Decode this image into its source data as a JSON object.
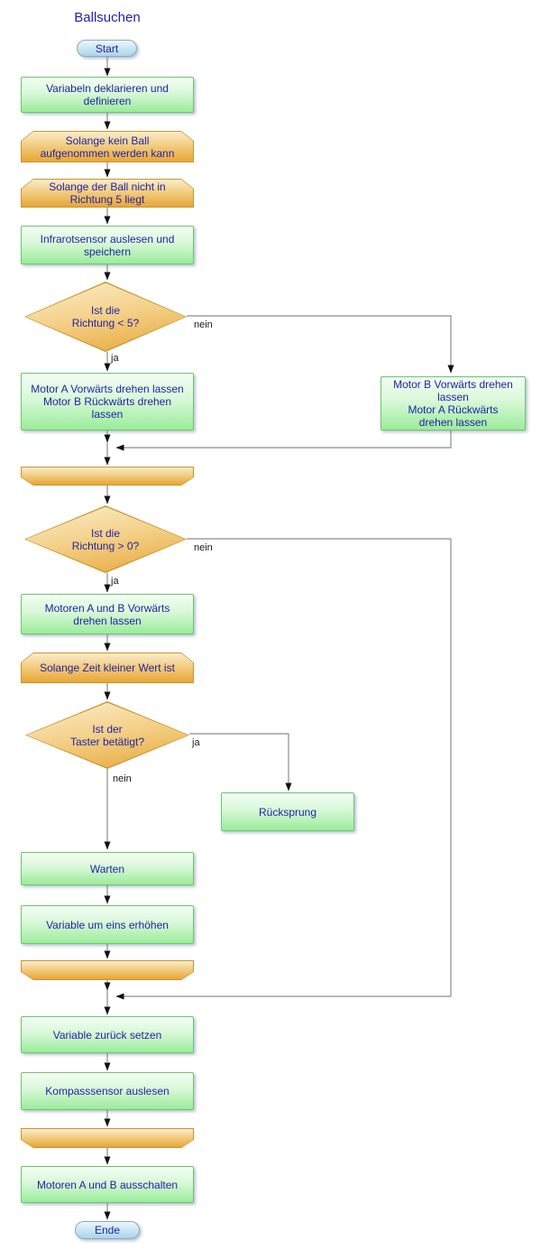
{
  "title": "Ballsuchen",
  "colors": {
    "text": "#2323a6",
    "line": "#8c8c8c",
    "arrow": "#111111",
    "green_border": "#6ec46e",
    "green_light": "#f3fdf3",
    "green_dark": "#9aec9a",
    "orange_border": "#c8962e",
    "orange_light": "#fbeccb",
    "orange_dark": "#e7a637",
    "blue_border": "#8fa8bc",
    "blue_light": "#edf7fc",
    "blue_dark": "#abd4ea"
  },
  "nodes": {
    "start": {
      "label": "Start",
      "type": "terminator"
    },
    "declare_vars": {
      "label": "Variabeln deklarieren und\ndefinieren",
      "type": "process"
    },
    "loop_no_ball": {
      "label": "Solange kein Ball\naufgenommen werden kann",
      "type": "loop-start"
    },
    "loop_ball_not_dir5": {
      "label": "Solange der Ball nicht in\nRichtung 5 liegt",
      "type": "loop-start"
    },
    "read_infrared": {
      "label": "Infrarotsensor auslesen und\nspeichern",
      "type": "process"
    },
    "decision_direction_lt5": {
      "label": "Ist die\nRichtung < 5?",
      "type": "decision"
    },
    "motor_a_forward": {
      "label": "Motor A Vorwärts drehen lassen\nMotor B Rückwärts drehen\nlassen",
      "type": "process"
    },
    "motor_b_forward": {
      "label": "Motor B Vorwärts drehen\nlassen\nMotor A Rückwärts\ndrehen lassen",
      "type": "process"
    },
    "loop_end_1": {
      "label": "",
      "type": "loop-end"
    },
    "decision_direction_gt0": {
      "label": "Ist die\nRichtung > 0?",
      "type": "decision"
    },
    "motors_forward": {
      "label": "Motoren A und B Vorwärts\ndrehen lassen",
      "type": "process"
    },
    "loop_time_lt_value": {
      "label": "Solange Zeit kleiner Wert ist",
      "type": "loop-start"
    },
    "decision_taster": {
      "label": "Ist der\nTaster betätigt?",
      "type": "decision"
    },
    "ruecksprung": {
      "label": "Rücksprung",
      "type": "process"
    },
    "warten": {
      "label": "Warten",
      "type": "process"
    },
    "var_increment": {
      "label": "Variable um eins erhöhen",
      "type": "process"
    },
    "loop_end_2": {
      "label": "",
      "type": "loop-end"
    },
    "var_reset": {
      "label": "Variable zurück setzen",
      "type": "process"
    },
    "read_compass": {
      "label": "Kompasssensor auslesen",
      "type": "process"
    },
    "loop_end_3": {
      "label": "",
      "type": "loop-end"
    },
    "motors_off": {
      "label": "Motoren A und B ausschalten",
      "type": "process"
    },
    "end": {
      "label": "Ende",
      "type": "terminator"
    }
  },
  "edge_labels": {
    "direction_lt5_yes": "ja",
    "direction_lt5_no": "nein",
    "direction_gt0_yes": "ja",
    "direction_gt0_no": "nein",
    "taster_yes": "ja",
    "taster_no": "nein"
  }
}
